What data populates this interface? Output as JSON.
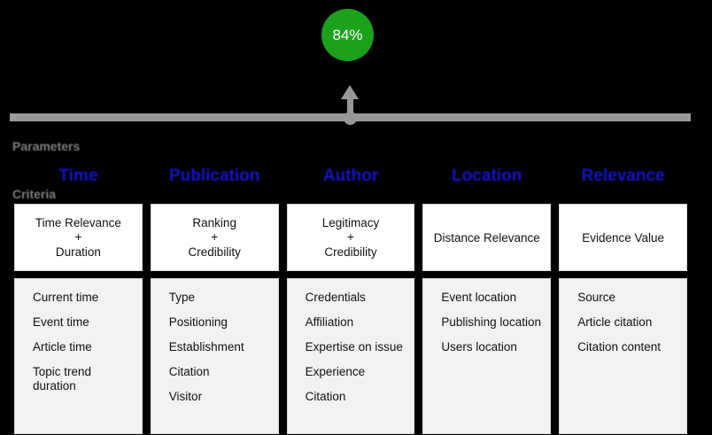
{
  "score": {
    "value": "84%",
    "color": "#1ba11b"
  },
  "gauge": {
    "track_color": "#989898",
    "pointer_position_percent": 50,
    "pointer_icon": "up-arrow-icon"
  },
  "axis_labels": {
    "parameters": "Parameters",
    "criteria": "Criteria",
    "color": "#7d7d7d"
  },
  "title_color": "#1414cc",
  "columns": [
    {
      "title": "Time",
      "metric": [
        "Time Relevance",
        "+",
        "Duration"
      ],
      "criteria": [
        "Current time",
        "Event time",
        "Article time",
        "Topic trend duration"
      ]
    },
    {
      "title": "Publication",
      "metric": [
        "Ranking",
        "+",
        "Credibility"
      ],
      "criteria": [
        "Type",
        "Positioning",
        "Establishment",
        "Citation",
        "Visitor"
      ]
    },
    {
      "title": "Author",
      "metric": [
        "Legitimacy",
        "+",
        "Credibility"
      ],
      "criteria": [
        "Credentials",
        "Affiliation",
        "Expertise on issue",
        "Experience",
        "Citation"
      ]
    },
    {
      "title": "Location",
      "metric": [
        "Distance Relevance"
      ],
      "criteria": [
        "Event location",
        "Publishing location",
        "Users location"
      ]
    },
    {
      "title": "Relevance",
      "metric": [
        "Evidence Value"
      ],
      "criteria": [
        "Source",
        "Article citation",
        "Citation content"
      ]
    }
  ]
}
